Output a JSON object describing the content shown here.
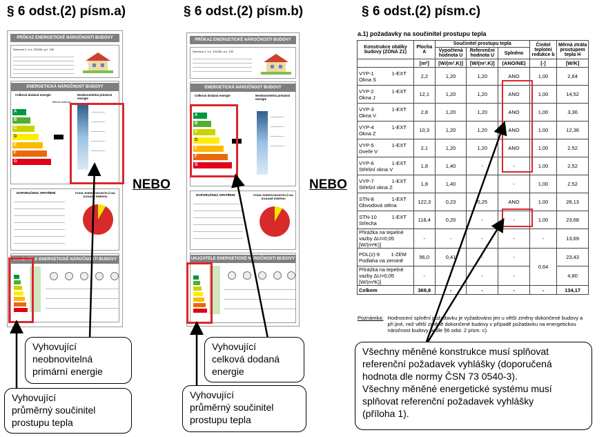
{
  "headings": [
    "§ 6 odst.(2) písm.a)",
    "§ 6 odst.(2) písm.b)",
    "§ 6 odst.(2) písm.c)"
  ],
  "nebo": [
    "NEBO",
    "NEBO"
  ],
  "doc_a": {
    "title": "PRŮKAZ ENERGETICKÉ NÁROČNOSTI BUDOVY",
    "address": "Domovní 2, k.ú. 131206, p.č. 130",
    "en_section": "ENERGETICKÁ NÁROČNOST BUDOVY",
    "col_left": "Celková dodaná energie",
    "col_right": "Neobnovitelná primární energie",
    "measure_label": "Měrné hodnoty",
    "scale": [
      "A",
      "B",
      "C",
      "D",
      "E",
      "F",
      "G"
    ],
    "rec_section": "DOPORUČENÁ OPATŘENÍ",
    "share_section": "PODÍL ENERGONOSITELŮ NA DODANÉ ENERGII",
    "indicators_section": "UKAZATELE ENERGETICKÉ NÁROČNOSTI BUDOVY"
  },
  "doc_b": {
    "title": "PRŮKAZ ENERGETICKÉ NÁROČNOSTI BUDOVY",
    "address": "Domovní 2, k.ú. 131206, p.č. 130",
    "en_section": "ENERGETICKÁ NÁROČNOST BUDOVY",
    "col_left": "Celková dodaná energie",
    "col_right": "Neobnovitelná primární energie",
    "scale": [
      "A",
      "B",
      "C",
      "D",
      "E",
      "F",
      "G"
    ],
    "rec_section": "DOPORUČENÁ OPATŘENÍ",
    "share_section": "PODÍL ENERGONOSITELŮ NA DODANÉ ENERGII",
    "indicators_section": "UKAZATELE ENERGETICKÉ NÁROČNOSTI BUDOVY"
  },
  "table": {
    "caption": "a.1) požadavky na součinitel prostupu tepla",
    "headers": {
      "konstrukce": "Konstrukce obálky budovy (ZÓNA Z1)",
      "group": "Součinitel prostupu tepla",
      "plocha": "Plocha A",
      "vypoctena": "Vypočtená hodnota U",
      "referencni": "Referenční hodnota U",
      "splneno": "Splněno",
      "cinitel": "Činitel teplotní redukce b",
      "mernaztrata": "Měrná ztráta prostupem tepla H"
    },
    "units": [
      "[m²]",
      "[W/(m².K)]",
      "[W/(m².K)]",
      "(ANO/NE)",
      "[-]",
      "[W/K]"
    ],
    "rows": [
      {
        "code": "VYP-1",
        "type": "1-EXT",
        "name": "Okna S",
        "area": "2,2",
        "u": "1,20",
        "uref": "1,20",
        "ok": "ANO",
        "b": "1,00",
        "h": "2,64"
      },
      {
        "code": "VYP-2",
        "type": "1-EXT",
        "name": "Okna J",
        "area": "12,1",
        "u": "1,20",
        "uref": "1,20",
        "ok": "ANO",
        "b": "1,00",
        "h": "14,52"
      },
      {
        "code": "VYP-3",
        "type": "1-EXT",
        "name": "Okna V",
        "area": "2,8",
        "u": "1,20",
        "uref": "1,20",
        "ok": "ANO",
        "b": "1,00",
        "h": "3,36"
      },
      {
        "code": "VYP-4",
        "type": "1-EXT",
        "name": "Okna Z",
        "area": "10,3",
        "u": "1,20",
        "uref": "1,20",
        "ok": "ANO",
        "b": "1,00",
        "h": "12,36"
      },
      {
        "code": "VYP-5",
        "type": "1-EXT",
        "name": "Dveře V",
        "area": "2,1",
        "u": "1,20",
        "uref": "1,20",
        "ok": "ANO",
        "b": "1,00",
        "h": "2,52"
      },
      {
        "code": "VYP-6",
        "type": "1-EXT",
        "name": "Střešní okna V",
        "area": "1,8",
        "u": "1,40",
        "uref": "-",
        "ok": "-",
        "b": "1,00",
        "h": "2,52"
      },
      {
        "code": "VYP-7",
        "type": "1-EXT",
        "name": "Střešní okna Z",
        "area": "1,8",
        "u": "1,40",
        "uref": "-",
        "ok": "-",
        "b": "1,00",
        "h": "2,52"
      },
      {
        "code": "STN-8",
        "type": "1-EXT",
        "name": "Obvodová stěna",
        "area": "122,3",
        "u": "0,23",
        "uref": "0,25",
        "ok": "ANO",
        "b": "1,00",
        "h": "28,13"
      },
      {
        "code": "STN-10",
        "type": "1-EXT",
        "name": "Střecha",
        "area": "118,4",
        "u": "0,20",
        "uref": "-",
        "ok": "-",
        "b": "1,00",
        "h": "23,68"
      },
      {
        "code": "",
        "type": "",
        "name": "Přirážka na tepelné vazby ΔU=0,05 [W/(m²K)]",
        "area": "-",
        "u": "-",
        "uref": "-",
        "ok": "-",
        "b": "-",
        "h": "13,69"
      },
      {
        "code": "PDL(z)-9",
        "type": "1-ZEM",
        "name": "Podlaha na zemině",
        "area": "96,0",
        "u": "0,41",
        "uref": "-",
        "ok": "-",
        "b": "",
        "h": "23,43"
      },
      {
        "code": "",
        "type": "",
        "name": "Přirážka na tepelné vazby ΔU=0,05 [W/(m²K)]",
        "area": "-",
        "u": "-",
        "uref": "-",
        "ok": "-",
        "b": "",
        "h": "4,80"
      }
    ],
    "merged_b": "0,64",
    "total": {
      "label": "Celkem",
      "area": "369,8",
      "u": "-",
      "uref": "-",
      "ok": "-",
      "b": "-",
      "h": "134,17"
    },
    "note_label": "Poznámka:",
    "note": "Hodnocení splnění požadavku je vyžadováno jen u větší změny dokončené budovy a při jiné, než větší změně dokončené budovy v případě požadavku na energetickou náročnost budovy podle §6 odst. 2 písm. c)."
  },
  "callouts": {
    "a_primary": [
      "Vyhovující",
      "neobnovitelná",
      "primární energie"
    ],
    "a_envelope": [
      "Vyhovující",
      "průměrný součinitel",
      "prostupu tepla"
    ],
    "b_delivered": [
      "Vyhovující",
      "celková dodaná",
      "energie"
    ],
    "b_envelope": [
      "Vyhovující",
      "průměrný součinitel",
      "prostupu tepla"
    ],
    "c_text": [
      "Všechny měněné konstrukce musí splňovat",
      "referenční požadavek vyhlášky (doporučená",
      "hodnota dle normy ČSN 73 0540-3).",
      "Všechny měněné energetické systému musí",
      "splňovat referenční požadavek vyhlášky",
      "(příloha 1)."
    ]
  },
  "colors": {
    "highlight": "#d9262c",
    "band": "#7f7f7f",
    "scale": [
      "#009640",
      "#52ae32",
      "#c8d400",
      "#ffed00",
      "#fbba00",
      "#eb6909",
      "#e2001a"
    ]
  }
}
